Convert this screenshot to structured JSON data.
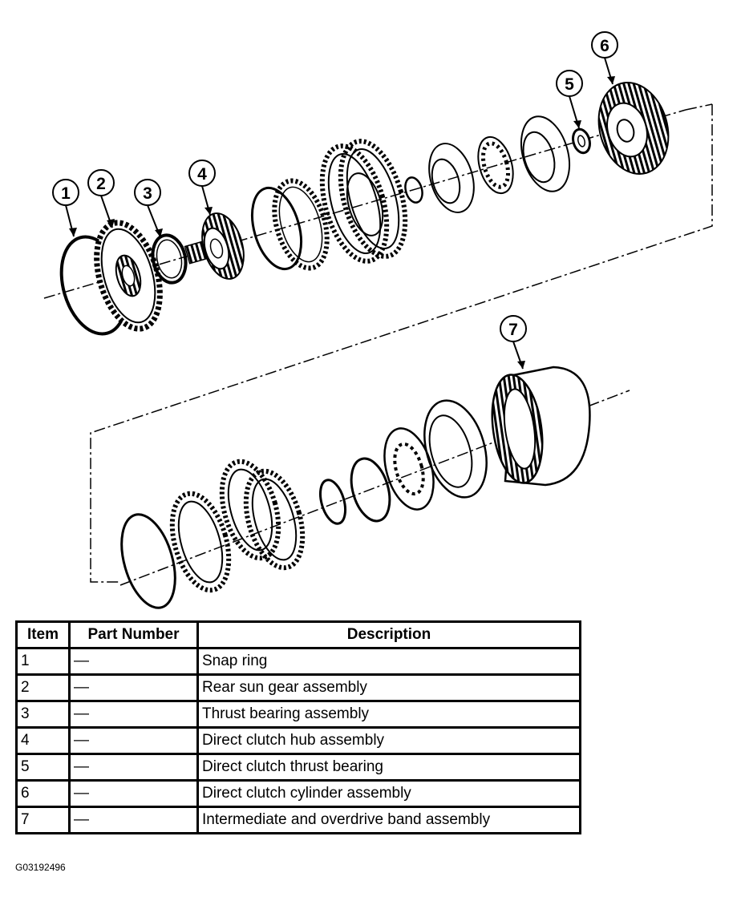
{
  "callouts": [
    "1",
    "2",
    "3",
    "4",
    "5",
    "6",
    "7"
  ],
  "table": {
    "headers": [
      "Item",
      "Part Number",
      "Description"
    ],
    "rows": [
      {
        "item": "1",
        "part": "—",
        "desc": "Snap ring"
      },
      {
        "item": "2",
        "part": "—",
        "desc": "Rear sun gear assembly"
      },
      {
        "item": "3",
        "part": "—",
        "desc": "Thrust bearing assembly"
      },
      {
        "item": "4",
        "part": "—",
        "desc": "Direct clutch hub assembly"
      },
      {
        "item": "5",
        "part": "—",
        "desc": "Direct clutch thrust bearing"
      },
      {
        "item": "6",
        "part": "—",
        "desc": "Direct clutch cylinder assembly"
      },
      {
        "item": "7",
        "part": "—",
        "desc": "Intermediate and overdrive band assembly"
      }
    ]
  },
  "figure_id": "G03192496"
}
